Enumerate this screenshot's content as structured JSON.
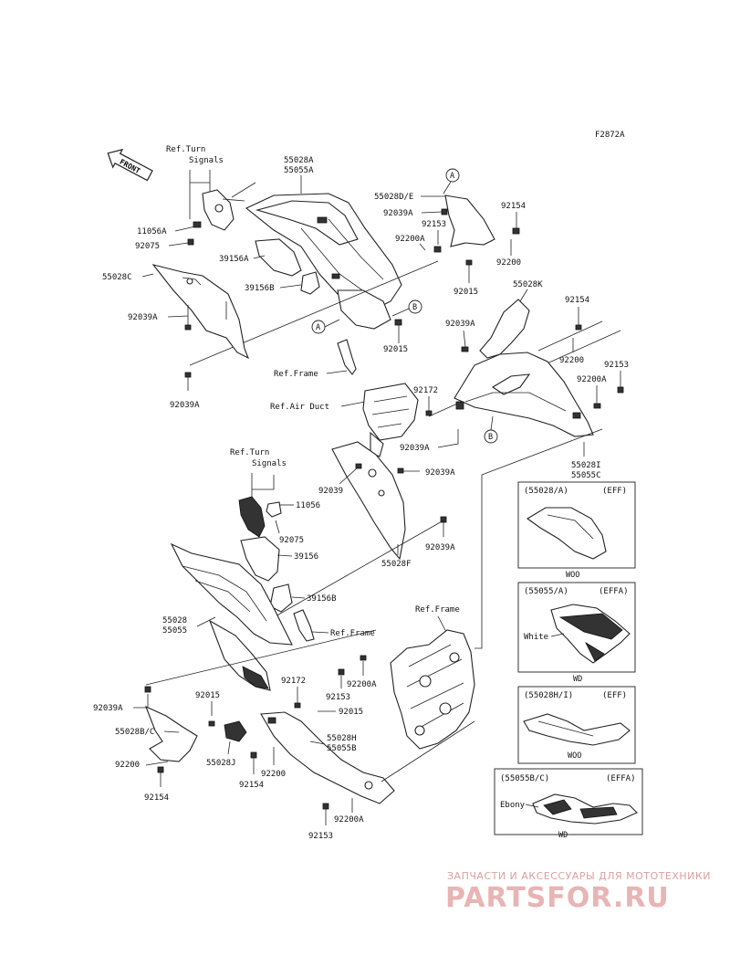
{
  "figure_code": "F2872A",
  "front_label": "FRONT",
  "callouts": {
    "a1": "A",
    "a2": "A",
    "b1": "B",
    "b2": "B"
  },
  "refs": {
    "turn_signals_1": [
      "Ref.Turn",
      "Signals"
    ],
    "turn_signals_2": [
      "Ref.Turn",
      "Signals"
    ],
    "frame_1": "Ref.Frame",
    "frame_2": "Ref.Frame",
    "frame_3": "Ref.Frame",
    "air_duct": "Ref.Air Duct"
  },
  "labels": {
    "p55028A_55055A": [
      "55028A",
      "55055A"
    ],
    "p55028DE": "55028D/E",
    "p92039A_top": "92039A",
    "p92154_top": "92154",
    "p92153_top": "92153",
    "p92200A_top": "92200A",
    "p92200_top": "92200",
    "p92015_top": "92015",
    "p11056A": "11056A",
    "p92075_top": "92075",
    "p39156A": "39156A",
    "p39156B_top": "39156B",
    "p55028C": "55028C",
    "p92039A_left": "92039A",
    "p92015_mid": "92015",
    "p92039A_bl": "92039A",
    "p55028K": "55028K",
    "p92154_r": "92154",
    "p92039A_r": "92039A",
    "p92200_r": "92200",
    "p92153_r": "92153",
    "p92200A_r": "92200A",
    "p92172_top": "92172",
    "p92039A_duct": "92039A",
    "p55028I_55055C": [
      "55028I",
      "55055C"
    ],
    "p92039": "92039",
    "p92039A_c": "92039A",
    "p11056": "11056",
    "p92075_mid": "92075",
    "p39156": "39156",
    "p92039A_c2": "92039A",
    "p55028F": "55028F",
    "p39156B_mid": "39156B",
    "p55028_55055": [
      "55028",
      "55055"
    ],
    "p92172_low": "92172",
    "p92153_low": "92153",
    "p92200A_low": "92200A",
    "p92039A_low": "92039A",
    "p92015_low": "92015",
    "p92015_low2": "92015",
    "p55028BC": "55028B/C",
    "p55028H_55055B": [
      "55028H",
      "55055B"
    ],
    "p55028J": "55028J",
    "p92200_low": "92200",
    "p92154_low": "92154",
    "p92200_bl": "92200",
    "p92154_bl": "92154",
    "p92200A_bot": "92200A",
    "p92153_bot": "92153"
  },
  "variants": [
    {
      "part": "(55028/A)",
      "code": "(EFF)",
      "color": "",
      "finish": "WOO"
    },
    {
      "part": "(55055/A)",
      "code": "(EFFA)",
      "color": "White",
      "finish": "WD"
    },
    {
      "part": "(55028H/I)",
      "code": "(EFF)",
      "color": "",
      "finish": "WOO"
    },
    {
      "part": "(55055B/C)",
      "code": "(EFFA)",
      "color": "Ebony",
      "finish": "WD"
    }
  ],
  "watermark": {
    "line1": "ЗАПЧАСТИ И АКСЕССУАРЫ ДЛЯ МОТОТЕХНИКИ",
    "line2": "PARTSFOR.RU"
  }
}
